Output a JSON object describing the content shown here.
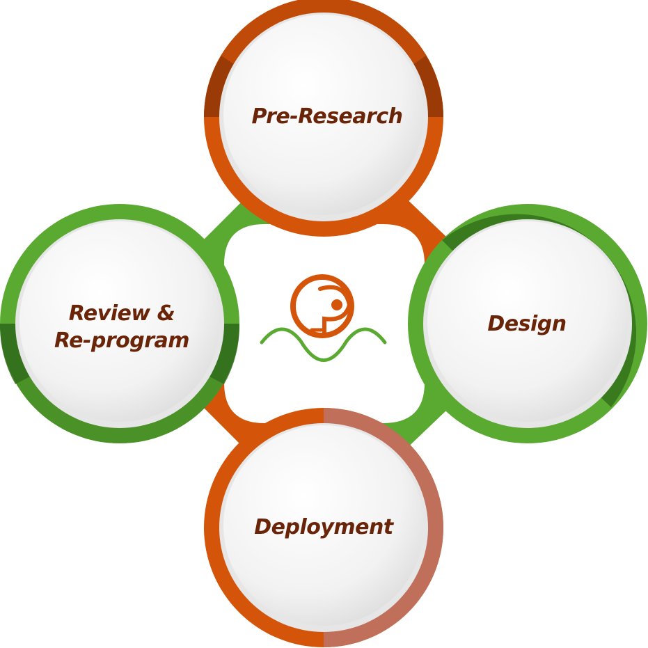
{
  "diagram": {
    "colors": {
      "orange": "#d4550a",
      "orange_dark": "#9a3a05",
      "orange_muted": "#c0705a",
      "green": "#5aaa32",
      "green_dark": "#2f6a1a",
      "text": "#6a2408",
      "disc": "#f3f3f3"
    },
    "steps": [
      {
        "label": "Pre-Research",
        "ring_color": "orange",
        "position": "top"
      },
      {
        "label": "Design",
        "ring_color": "green",
        "position": "right"
      },
      {
        "label": "Deployment",
        "ring_color": "orange",
        "position": "bottom"
      },
      {
        "label": "Review &",
        "label_line2": "Re-program",
        "ring_color": "green",
        "position": "left"
      }
    ],
    "center_logo": {
      "icon": "eye-face-wave-logo"
    }
  }
}
